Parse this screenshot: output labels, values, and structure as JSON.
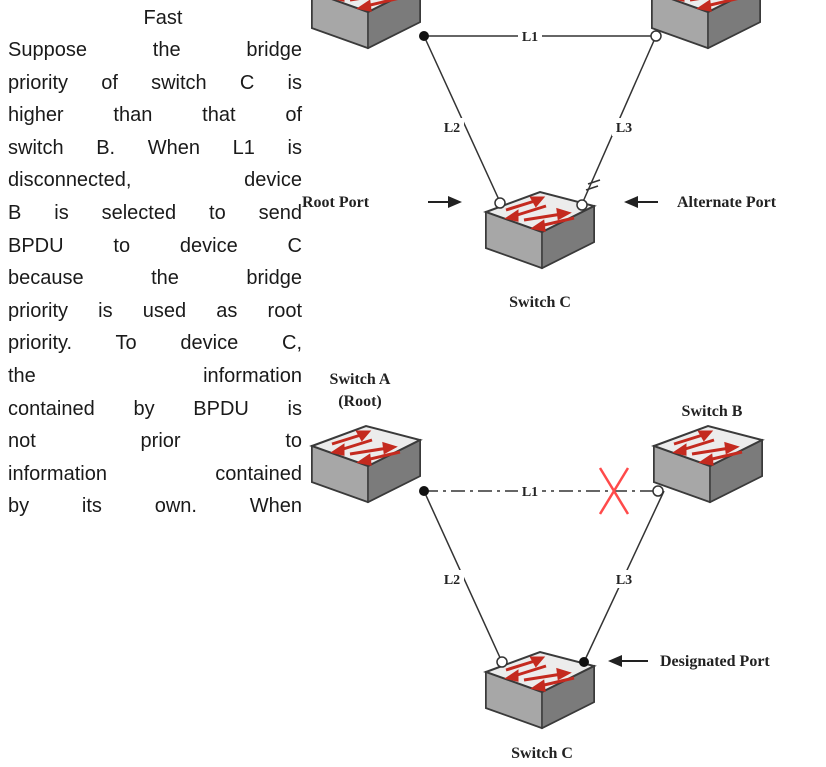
{
  "text": {
    "heading": "Fast",
    "lines": [
      "Suppose the bridge",
      "priority of switch C is",
      "higher than that of",
      "switch B. When L1 is",
      "disconnected, device",
      "B is selected to send",
      "BPDU to device C",
      "because the bridge",
      "priority is used as root",
      "priority. To device C,",
      "the information",
      "contained by BPDU is",
      "not prior to",
      "information contained",
      "by its own. When"
    ]
  },
  "diagram_top": {
    "link_l1": "L1",
    "link_l2": "L2",
    "link_l3": "L3",
    "root_port_label": "Root Port",
    "alternate_port_label": "Alternate Port",
    "switch_c_label": "Switch C"
  },
  "diagram_bottom": {
    "switch_a_label": "Switch A",
    "switch_a_sub": "(Root)",
    "switch_b_label": "Switch B",
    "link_l1": "L1",
    "link_l2": "L2",
    "link_l3": "L3",
    "designated_port_label": "Designated Port",
    "switch_c_label": "Switch C"
  },
  "colors": {
    "switch_body": "#9a9a9a",
    "switch_top": "#e8e8e8",
    "arrow": "#cc2a20",
    "link_break": "#ff4a4a"
  }
}
